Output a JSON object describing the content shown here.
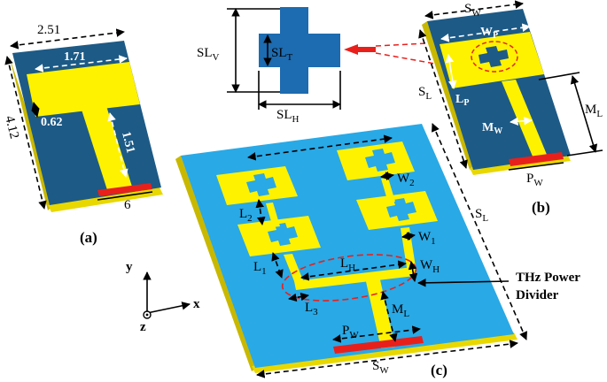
{
  "panel_a": {
    "caption": "(a)",
    "dims": {
      "width": "2.51",
      "height": "4.12",
      "patch_width": "1.71",
      "patch_height": "0.62",
      "feed_length": "1.51",
      "feed_width": "6"
    }
  },
  "panel_b": {
    "caption": "(b)",
    "labels": {
      "sw": "S",
      "sw_sub": "W",
      "wp": "W",
      "wp_sub": "P",
      "sl": "S",
      "sl_sub": "L",
      "lp": "L",
      "lp_sub": "P",
      "mw": "M",
      "mw_sub": "W",
      "ml": "M",
      "ml_sub": "L",
      "pw": "P",
      "pw_sub": "W"
    }
  },
  "inset": {
    "labels": {
      "slv": "SL",
      "slv_sub": "V",
      "slt": "SL",
      "slt_sub": "T",
      "slh": "SL",
      "slh_sub": "H"
    }
  },
  "panel_c": {
    "caption": "(c)",
    "labels": {
      "w2": "W",
      "w2_sub": "2",
      "w1": "W",
      "w1_sub": "1",
      "wh": "W",
      "wh_sub": "H",
      "l2": "L",
      "l2_sub": "2",
      "l1": "L",
      "l1_sub": "1",
      "lh": "L",
      "lh_sub": "H",
      "l3": "L",
      "l3_sub": "3",
      "ml": "M",
      "ml_sub": "L",
      "pw": "P",
      "pw_sub": "W",
      "sl": "S",
      "sl_sub": "L",
      "sw": "S",
      "sw_sub": "W"
    },
    "annotation": {
      "line1": "THz Power",
      "line2": "Divider"
    }
  },
  "axes": {
    "x": "x",
    "y": "y",
    "z": "z"
  },
  "colors": {
    "substrate_dark": "#1d5a86",
    "substrate_light": "#29a9e6",
    "patch": "#fff200",
    "edge": "#c9b800",
    "feed": "#e8201c",
    "arrow": "#e8201c"
  }
}
